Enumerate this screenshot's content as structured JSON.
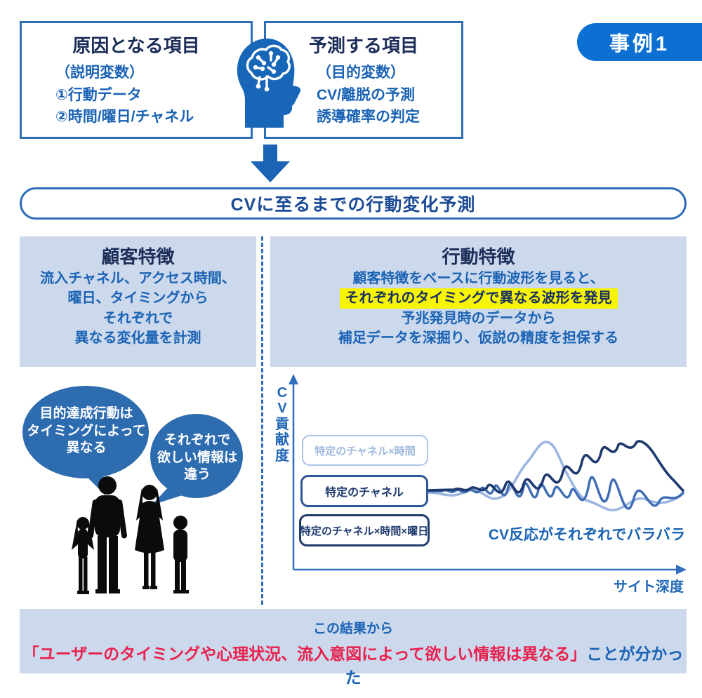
{
  "top": {
    "badge": "事例1",
    "cause": {
      "title": "原因となる項目",
      "lines": [
        "（説明変数）",
        "①行動データ",
        "②時間/曜日/チャネル"
      ]
    },
    "predict": {
      "title": "予測する項目",
      "lines": [
        "（目的変数）",
        "CV/離脱の予測",
        "誘導確率の判定"
      ]
    }
  },
  "flow_title": "CVに至るまでの行動変化予測",
  "panels": {
    "customer": {
      "title": "顧客特徴",
      "lines": [
        "流入チャネル、アクセス時間、",
        "曜日、タイミングから",
        "それぞれで",
        "異なる変化量を計測"
      ]
    },
    "behavior": {
      "title": "行動特徴",
      "line1": "顧客特徴をベースに行動波形を見ると、",
      "highlight": "それぞれのタイミングで異なる波形を発見",
      "line3": "予兆発見時のデータから",
      "line4": "補足データを深掘り、仮説の精度を担保する"
    }
  },
  "bubbles": {
    "left": {
      "line1": "目的達成行動は",
      "line2": "タイミングによって",
      "line3": "異なる"
    },
    "right": {
      "line1": "それぞれで",
      "line2": "欲しい情報は",
      "line3": "違う"
    }
  },
  "chart": {
    "type": "line-schematic",
    "y_label": "CV貢献度",
    "x_label": "サイト深度",
    "legend": [
      "特定のチャネル×時間",
      "特定のチャネル",
      "特定のチャネル×時間×曜日"
    ],
    "annotation": "CV反応がそれぞれでバラバラ"
  },
  "conclusion": {
    "line1": "この結果から",
    "line2_em": "「ユーザーのタイミングや心理状況、流入意図によって欲しい情報は異なる」",
    "line2_rest": "ことが分かった"
  },
  "colors": {
    "badge_blue": "#0c70d2",
    "border_blue": "#2e6db8",
    "heading_navy": "#1b2d58",
    "text_blue": "#1a63b5",
    "panel_bg": "#ccd8eb",
    "bubble_blue": "#2e6cb0",
    "highlight_yellow": "#f8f405",
    "emphasis_red": "#e8214e",
    "wave_dark": "#1e3a6e",
    "wave_mid": "#3e6cb4",
    "wave_light": "#9db7e2",
    "silhouette": "#0b0b0b"
  }
}
